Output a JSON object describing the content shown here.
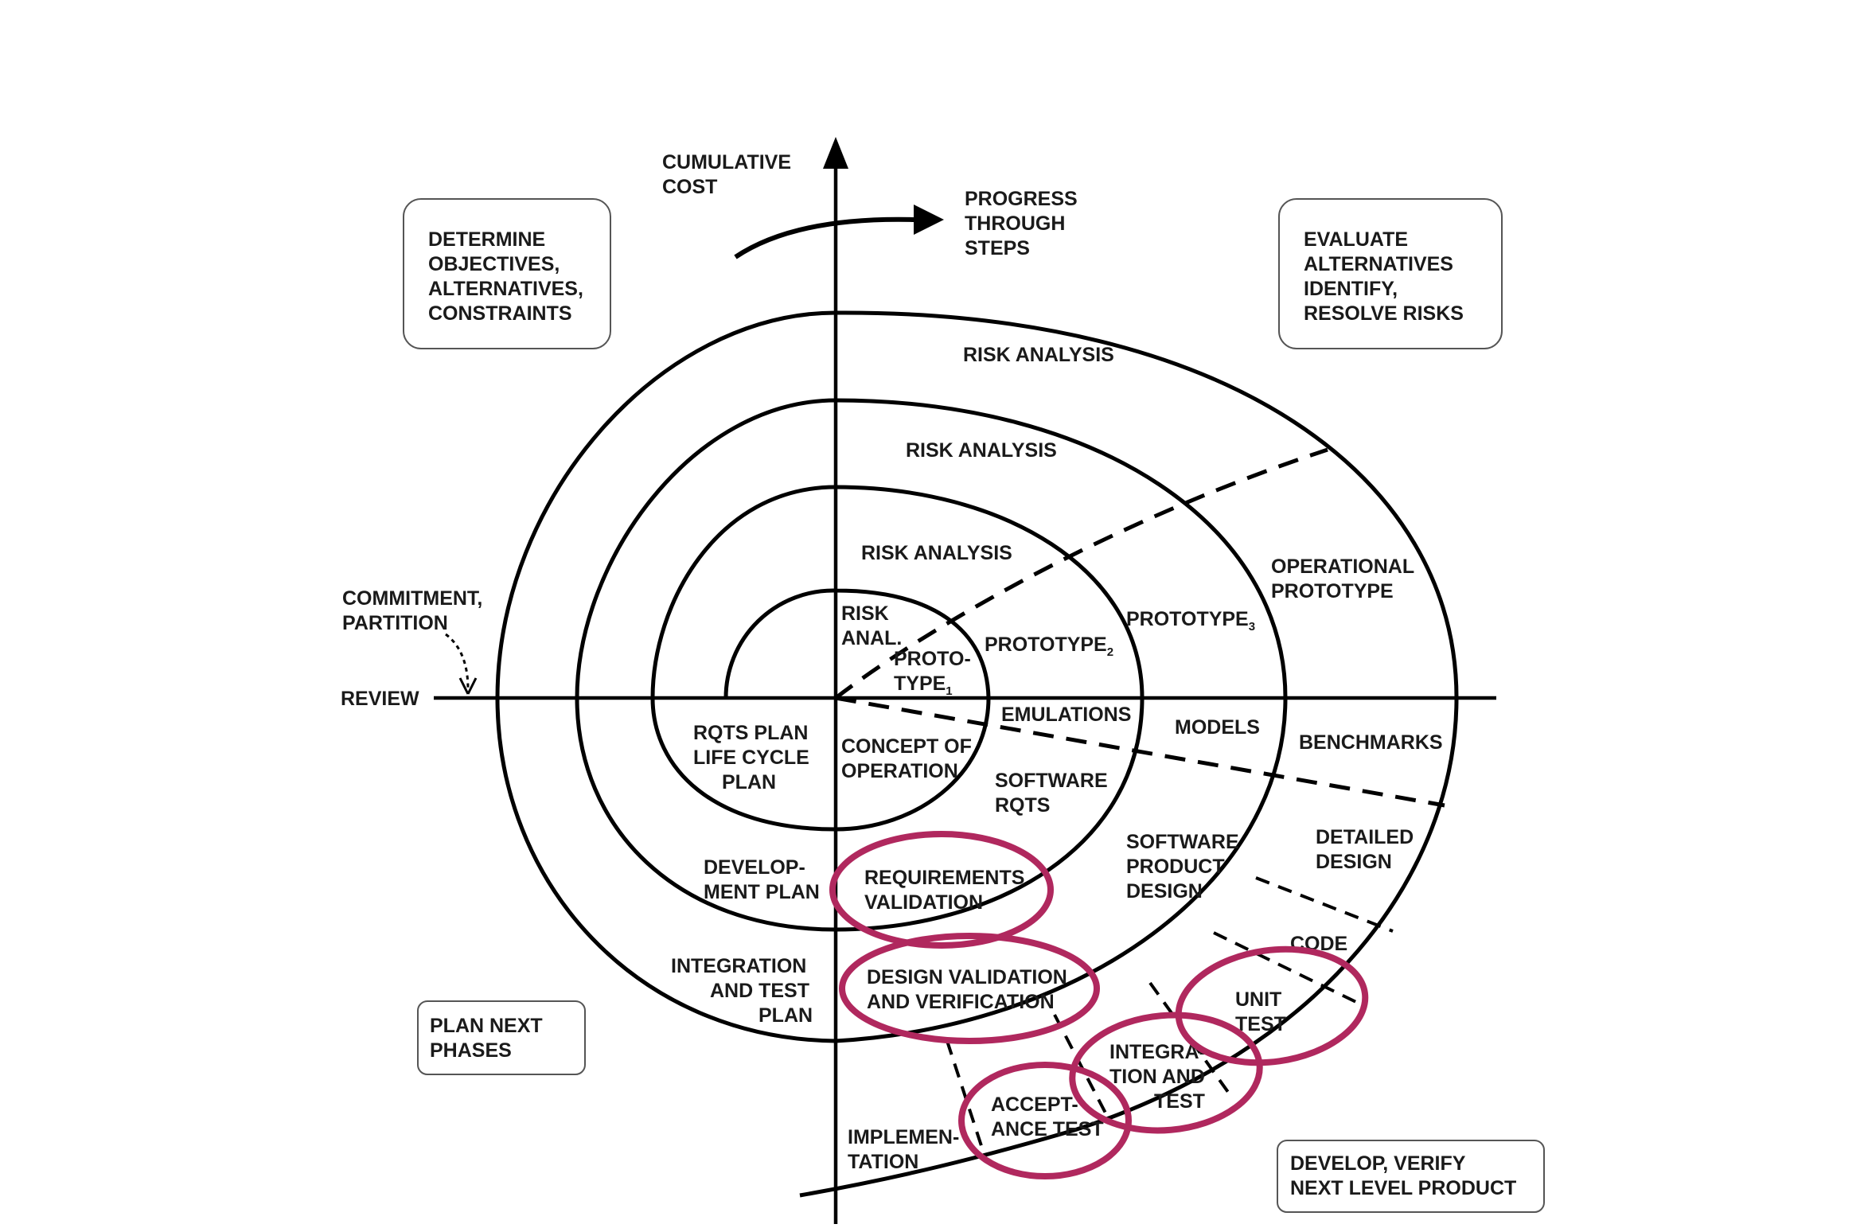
{
  "colors": {
    "line": "#000000",
    "text": "#1a1a1a",
    "highlight": "#b0285e"
  },
  "icons": {
    "progress_arrow": "curved-arrow-right-icon",
    "commitment_arrow": "dotted-arrow-down-icon",
    "axis_arrow": "arrow-up-icon"
  },
  "axis": {
    "cost_line1": "CUMULATIVE",
    "cost_line2": "COST",
    "progress_line1": "PROGRESS",
    "progress_line2": "THROUGH",
    "progress_line3": "STEPS",
    "review": "REVIEW",
    "commitment_line1": "COMMITMENT,",
    "commitment_line2": "PARTITION"
  },
  "quadrants": {
    "top_left": {
      "line1": "DETERMINE",
      "line2": "OBJECTIVES,",
      "line3": "ALTERNATIVES,",
      "line4": "CONSTRAINTS"
    },
    "top_right": {
      "line1": "EVALUATE",
      "line2": "ALTERNATIVES",
      "line3": "IDENTIFY,",
      "line4": "RESOLVE RISKS"
    },
    "bottom_left": {
      "line1": "PLAN NEXT",
      "line2": "PHASES"
    },
    "bottom_right": {
      "line1": "DEVELOP, VERIFY",
      "line2": "NEXT LEVEL PRODUCT"
    }
  },
  "labels": {
    "risk_analysis_outer": "RISK ANALYSIS",
    "risk_analysis_3": "RISK ANALYSIS",
    "risk_analysis_2": "RISK ANALYSIS",
    "risk_anal_line1": "RISK",
    "risk_anal_line2": "ANAL.",
    "proto1_line1": "PROTO-",
    "proto1_line2": "TYPE",
    "proto1_sub": "1",
    "proto2": "PROTOTYPE",
    "proto2_sub": "2",
    "proto3": "PROTOTYPE",
    "proto3_sub": "3",
    "op_proto_line1": "OPERATIONAL",
    "op_proto_line2": "PROTOTYPE",
    "emulations": "EMULATIONS",
    "models": "MODELS",
    "benchmarks": "BENCHMARKS",
    "rqts_line1": "RQTS PLAN",
    "rqts_line2": "LIFE CYCLE",
    "rqts_line3": "PLAN",
    "concept_line1": "CONCEPT OF",
    "concept_line2": "OPERATION",
    "sw_rqts_line1": "SOFTWARE",
    "sw_rqts_line2": "RQTS",
    "sw_prod_line1": "SOFTWARE",
    "sw_prod_line2": "PRODUCT",
    "sw_prod_line3": "DESIGN",
    "detailed_line1": "DETAILED",
    "detailed_line2": "DESIGN",
    "code": "CODE",
    "dev_plan_line1": "DEVELOP-",
    "dev_plan_line2": "MENT PLAN",
    "req_val_line1": "REQUIREMENTS",
    "req_val_line2": "VALIDATION",
    "int_plan_line1": "INTEGRATION",
    "int_plan_line2": "AND TEST",
    "int_plan_line3": "PLAN",
    "design_val_line1": "DESIGN VALIDATION",
    "design_val_line2": "AND VERIFICATION",
    "unit_line1": "UNIT",
    "unit_line2": "TEST",
    "integ_line1": "INTEGRA-",
    "integ_line2": "TION AND",
    "integ_line3": "TEST",
    "accept_line1": "ACCEPT-",
    "accept_line2": "ANCE TEST",
    "impl_line1": "IMPLEMEN-",
    "impl_line2": "TATION"
  }
}
